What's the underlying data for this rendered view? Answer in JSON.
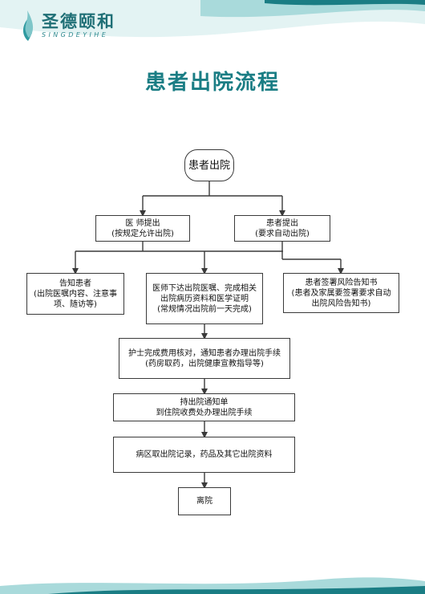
{
  "brand": {
    "name_cn": "圣德颐和",
    "name_en": "SINGDEYIHE",
    "logo_icon": "flame-leaf-logo",
    "colors": {
      "teal": "#1a7d84",
      "teal_light": "#7fc6c9",
      "line": "#3a3a3a"
    }
  },
  "page": {
    "title": "患者出院流程"
  },
  "flow": {
    "start": "患者出院",
    "doctor_propose": {
      "line1": "医 师提出",
      "line2": "(按规定允许出院)"
    },
    "patient_request": {
      "line1": "患者提出",
      "line2": "(要求自动出院)"
    },
    "inform_patient": {
      "line1": "告知患者",
      "line2": "(出院医嘱内容、注意事\n项、随访等)"
    },
    "doctor_orders": {
      "line1": "医师下达出院医嘱、完成相关\n出院病历资料和医学证明",
      "line2": "(常规情况出院前一天完成)"
    },
    "risk_notice": {
      "line1": "患者签署风险告知书",
      "line2": "(患者及家属要签署要求自动\n出院风险告知书)"
    },
    "nurse_fee": {
      "line1": "护士完成费用核对，通知患者办理出院手续",
      "line2": "(药房取药，出院健康宣教指导等)"
    },
    "discharge_notice": {
      "line1": "持出院通知单",
      "line2": "到住院收费处办理出院手续"
    },
    "records": "病区取出院记录，药品及其它出院资料",
    "leave": "离院"
  }
}
